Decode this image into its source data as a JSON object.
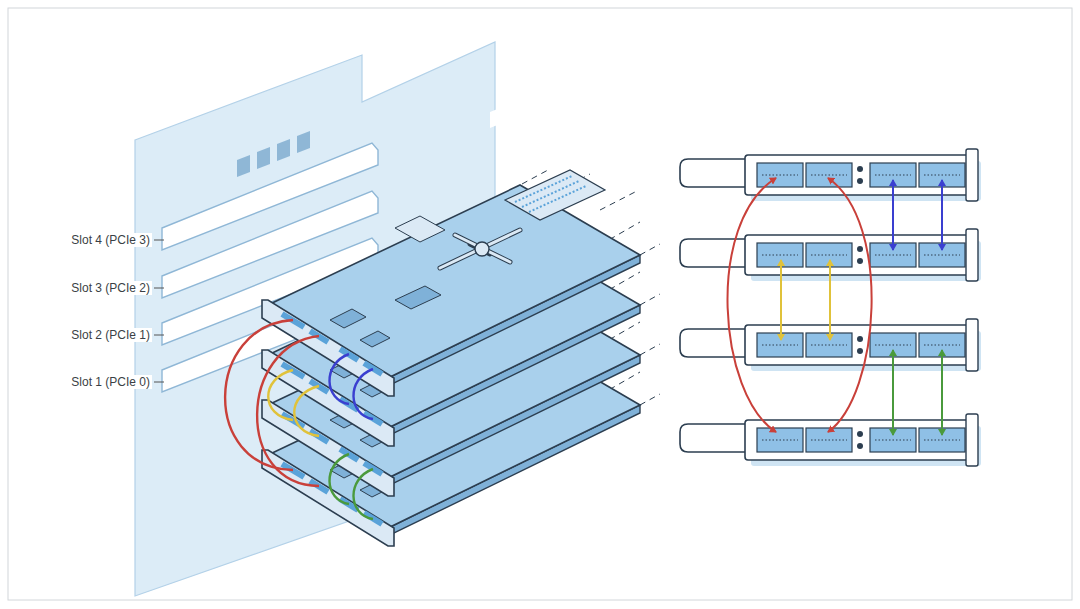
{
  "diagram": {
    "labels": [
      "Slot 4 (PCIe 3)",
      "Slot 3 (PCIe 2)",
      "Slot 2 (PCIe 1)",
      "Slot 1 (PCIe 0)"
    ]
  }
}
